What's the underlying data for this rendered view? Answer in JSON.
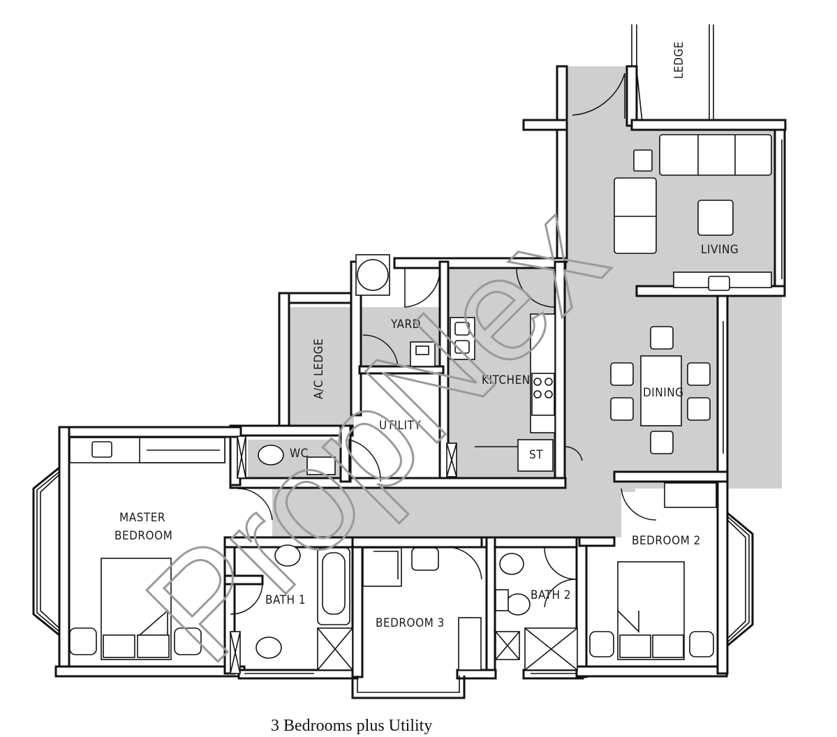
{
  "floorplan": {
    "caption": "3 Bedrooms plus Utility",
    "watermark": "PropNex",
    "rooms": {
      "ledge": "LEDGE",
      "living": "LIVING",
      "dining": "DINING",
      "kitchen": "KITCHEN",
      "yard": "YARD",
      "ac_ledge": "A/C LEDGE",
      "utility": "UTILITY",
      "wc": "WC",
      "st": "ST",
      "master_bedroom_line1": "MASTER",
      "master_bedroom_line2": "BEDROOM",
      "bath_1": "BATH 1",
      "bedroom_3": "BEDROOM 3",
      "bath_2": "BATH 2",
      "bedroom_2": "BEDROOM 2"
    },
    "colors": {
      "wall": "#111111",
      "common_area_shade": "#cfcfcf",
      "watermark": "#9a9a9a"
    }
  }
}
